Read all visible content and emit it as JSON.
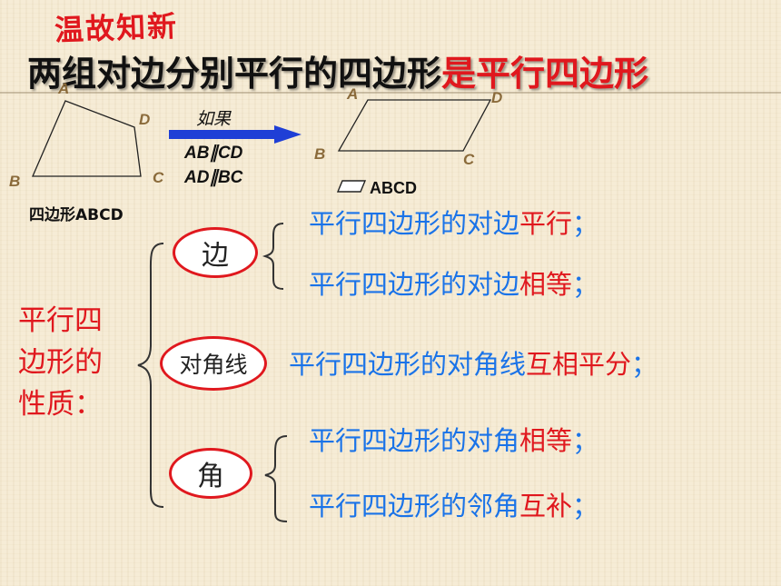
{
  "header": {
    "subtitle": "温故知新",
    "title_black": "两组对边分别平行的四边形",
    "title_red": "是平行四边形"
  },
  "diagram": {
    "left_vertices": {
      "a": "A",
      "b": "B",
      "c": "C",
      "d": "D"
    },
    "left_caption": "四边形ABCD",
    "arrow_label": "如果",
    "condition_1": "AB∥CD",
    "condition_2": "AD∥BC",
    "right_vertices": {
      "a": "A",
      "b": "B",
      "c": "C",
      "d": "D"
    },
    "right_caption": "ABCD"
  },
  "properties": {
    "group_title_line1": "平行四",
    "group_title_line2": "边形的",
    "group_title_line3": "性质：",
    "side": {
      "label": "边",
      "p1_prefix": "平行四边形的对边",
      "p1_key": "平行",
      "p1_suffix": "；",
      "p2_prefix": "平行四边形的对边",
      "p2_key": "相等",
      "p2_suffix": "；"
    },
    "diagonal": {
      "label": "对角线",
      "p1_prefix": "平行四边形的对角线",
      "p1_key": "互相平分",
      "p1_suffix": "；"
    },
    "angle": {
      "label": "角",
      "p1_prefix": "平行四边形的对角",
      "p1_key": "相等",
      "p1_suffix": "；",
      "p2_prefix": "平行四边形的邻角",
      "p2_key": "互补",
      "p2_suffix": "；"
    }
  },
  "colors": {
    "accent_red": "#e0181e",
    "text_blue": "#1a73e8",
    "arrow_blue": "#1f3fd6"
  }
}
